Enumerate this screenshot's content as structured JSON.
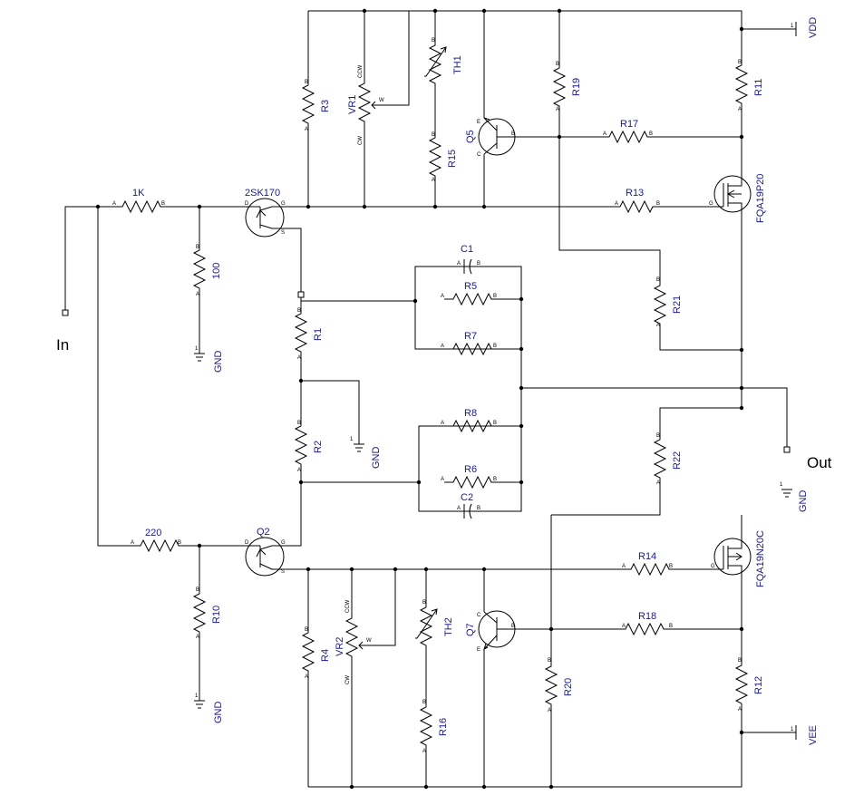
{
  "terminals": {
    "input": "In",
    "output": "Out"
  },
  "power": {
    "vdd": "VDD",
    "vee": "VEE",
    "gnd": "GND",
    "pin1": "1"
  },
  "pins": {
    "a": "A",
    "b": "B",
    "c": "C",
    "d": "D",
    "e": "E",
    "g": "G",
    "s": "S",
    "cw": "CW",
    "ccw": "CCW",
    "w": "W"
  },
  "resistors": {
    "r_in_top": "1K",
    "r_in_bot": "220",
    "r_gate": "100",
    "r1": "R1",
    "r2": "R2",
    "r3": "R3",
    "r4": "R4",
    "r5": "R5",
    "r6": "R6",
    "r7": "R7",
    "r8": "R8",
    "r10": "R10",
    "r11": "R11",
    "r12": "R12",
    "r13": "R13",
    "r14": "R14",
    "r15": "R15",
    "r16": "R16",
    "r17": "R17",
    "r18": "R18",
    "r19": "R19",
    "r20": "R20",
    "r21": "R21",
    "r22": "R22"
  },
  "capacitors": {
    "c1": "C1",
    "c2": "C2"
  },
  "pots": {
    "vr1": "VR1",
    "vr2": "VR2"
  },
  "thermistors": {
    "th1": "TH1",
    "th2": "TH2"
  },
  "transistors": {
    "q_top": "2SK170",
    "q_bot": "Q2",
    "q5": "Q5",
    "q7": "Q7",
    "m_top": "FQA19P20",
    "m_bot": "FQA19N20C"
  }
}
